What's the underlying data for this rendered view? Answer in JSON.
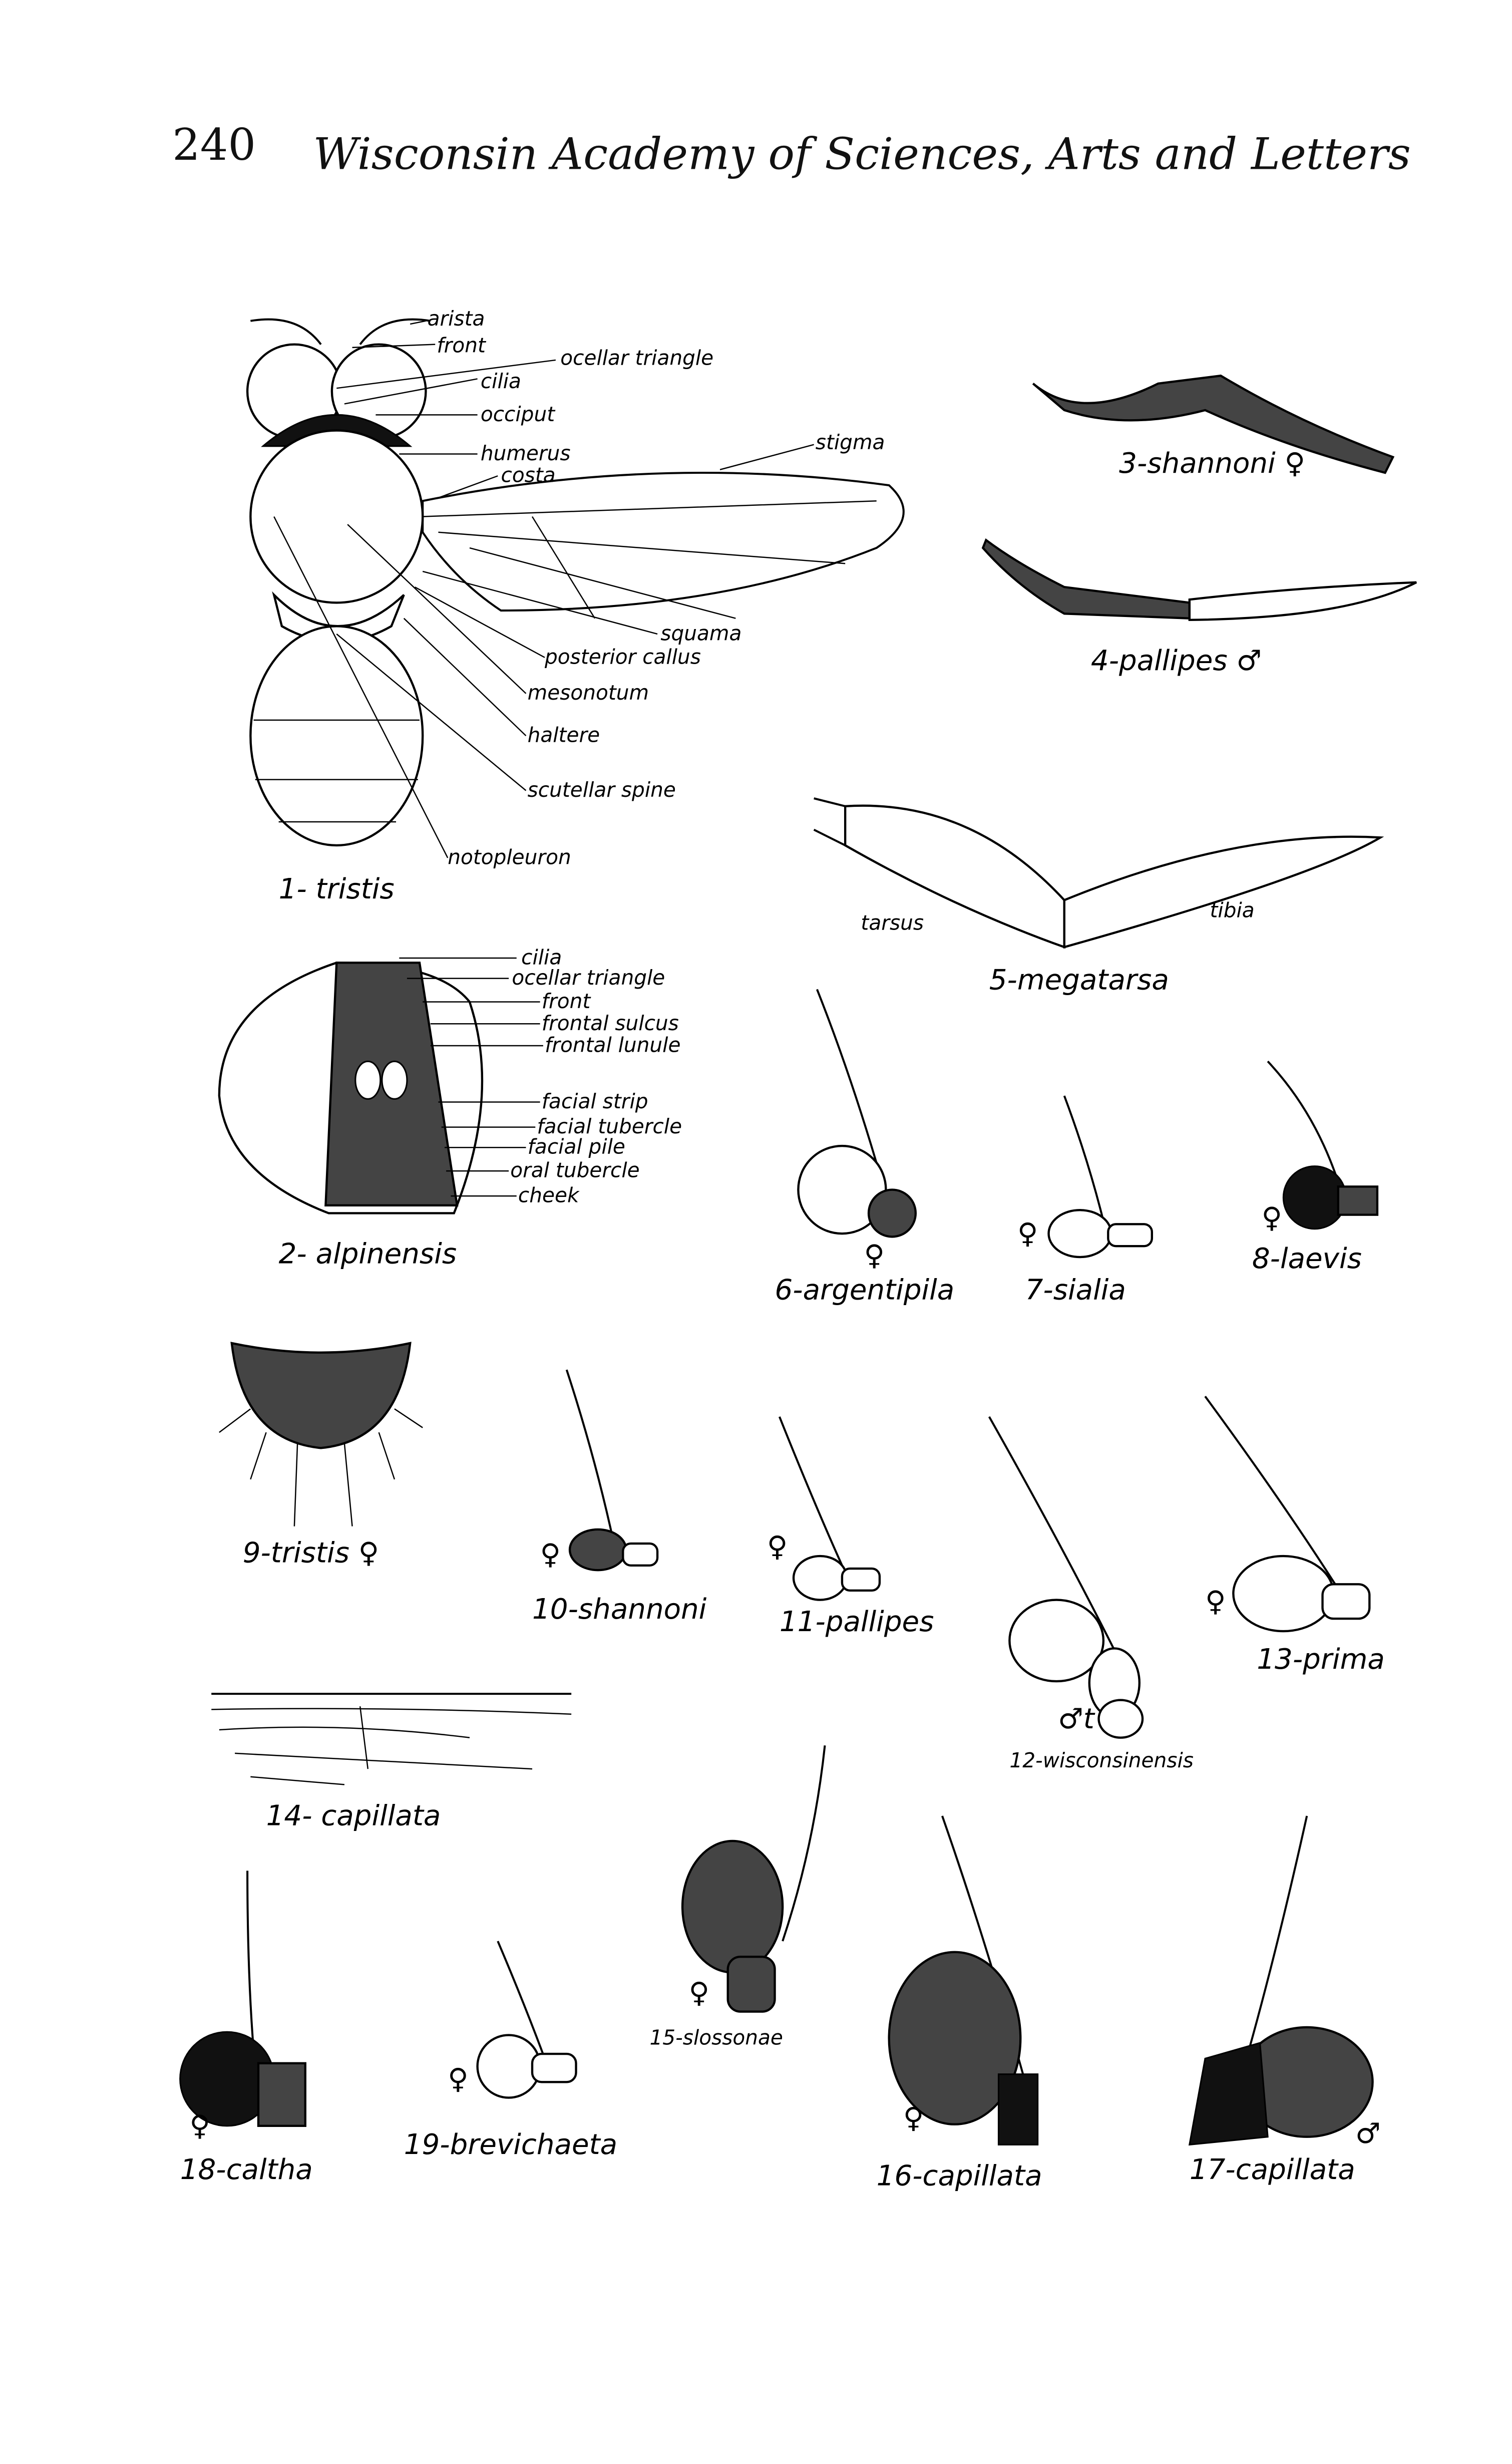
{
  "header": {
    "page_number": "240",
    "running_title": "Wisconsin Academy of Sciences, Arts and Letters"
  },
  "figures": {
    "fig1": {
      "caption": "1- tristis",
      "labels": [
        "arista",
        "front",
        "ocellar triangle",
        "cilia",
        "occiput",
        "humerus",
        "costa",
        "stigma",
        "squama",
        "posterior callus",
        "mesonotum",
        "haltere",
        "scutellar spine",
        "notopleuron"
      ]
    },
    "fig2": {
      "caption": "2- alpinensis",
      "labels": [
        "cilia",
        "ocellar triangle",
        "front",
        "frontal sulcus",
        "frontal lunule",
        "facial strip",
        "facial tubercle",
        "facial pile",
        "oral tubercle",
        "cheek"
      ]
    },
    "fig3": {
      "caption": "3-shannoni ♀"
    },
    "fig4": {
      "caption": "4-pallipes ♂"
    },
    "fig5": {
      "caption": "5-megatarsa",
      "labels": [
        "tarsus",
        "tibia"
      ]
    },
    "fig6": {
      "caption": "6-argentipila",
      "sex": "♀"
    },
    "fig7": {
      "caption": "7-sialia",
      "sex": "♀"
    },
    "fig8": {
      "caption": "8-laevis",
      "sex": "♀"
    },
    "fig9": {
      "caption": "9-tristis ♀"
    },
    "fig10": {
      "caption": "10-shannoni",
      "sex": "♀"
    },
    "fig11": {
      "caption": "11-pallipes",
      "sex": "♀"
    },
    "fig12": {
      "caption": "12-wisconsinensis",
      "sex": "♂t"
    },
    "fig13": {
      "caption": "13-prima",
      "sex": "♀"
    },
    "fig14": {
      "caption": "14- capillata"
    },
    "fig15": {
      "caption": "15-slossonae",
      "sex": "♀"
    },
    "fig16": {
      "caption": "16-capillata",
      "sex": "♀"
    },
    "fig17": {
      "caption": "17-capillata",
      "sex": "♂"
    },
    "fig18": {
      "caption": "18-caltha",
      "sex": "♀"
    },
    "fig19": {
      "caption": "19-brevichaeta",
      "sex": "♀"
    }
  }
}
